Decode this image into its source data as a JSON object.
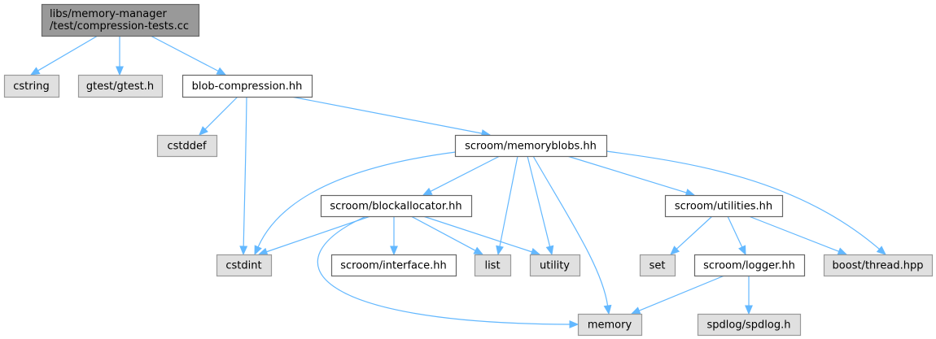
{
  "diagram": {
    "title": "Include dependency graph for compression-tests.cc",
    "colors": {
      "root_fill": "#999999",
      "root_stroke": "#666666",
      "external_fill": "#e0e0e0",
      "external_stroke": "#999999",
      "project_fill": "#ffffff",
      "project_stroke": "#666666",
      "edge": "#63b8ff"
    },
    "nodes": [
      {
        "id": "root",
        "lines": [
          "libs/memory-manager",
          "/test/compression-tests.cc"
        ],
        "kind": "root"
      },
      {
        "id": "cstring",
        "lines": [
          "cstring"
        ],
        "kind": "external"
      },
      {
        "id": "gtest",
        "lines": [
          "gtest/gtest.h"
        ],
        "kind": "external"
      },
      {
        "id": "blobcomp",
        "lines": [
          "blob-compression.hh"
        ],
        "kind": "project"
      },
      {
        "id": "cstddef",
        "lines": [
          "cstddef"
        ],
        "kind": "external"
      },
      {
        "id": "memoryblobs",
        "lines": [
          "scroom/memoryblobs.hh"
        ],
        "kind": "project"
      },
      {
        "id": "blockalloc",
        "lines": [
          "scroom/blockallocator.hh"
        ],
        "kind": "project"
      },
      {
        "id": "utilities",
        "lines": [
          "scroom/utilities.hh"
        ],
        "kind": "project"
      },
      {
        "id": "cstdint",
        "lines": [
          "cstdint"
        ],
        "kind": "external"
      },
      {
        "id": "interface",
        "lines": [
          "scroom/interface.hh"
        ],
        "kind": "project"
      },
      {
        "id": "list",
        "lines": [
          "list"
        ],
        "kind": "external"
      },
      {
        "id": "utility",
        "lines": [
          "utility"
        ],
        "kind": "external"
      },
      {
        "id": "set",
        "lines": [
          "set"
        ],
        "kind": "external"
      },
      {
        "id": "logger",
        "lines": [
          "scroom/logger.hh"
        ],
        "kind": "project"
      },
      {
        "id": "boostthread",
        "lines": [
          "boost/thread.hpp"
        ],
        "kind": "external"
      },
      {
        "id": "memory",
        "lines": [
          "memory"
        ],
        "kind": "external"
      },
      {
        "id": "spdlog",
        "lines": [
          "spdlog/spdlog.h"
        ],
        "kind": "external"
      }
    ],
    "edges": [
      {
        "from": "root",
        "to": "cstring"
      },
      {
        "from": "root",
        "to": "gtest"
      },
      {
        "from": "root",
        "to": "blobcomp"
      },
      {
        "from": "blobcomp",
        "to": "cstddef"
      },
      {
        "from": "blobcomp",
        "to": "cstdint"
      },
      {
        "from": "blobcomp",
        "to": "memoryblobs"
      },
      {
        "from": "memoryblobs",
        "to": "cstdint"
      },
      {
        "from": "memoryblobs",
        "to": "blockalloc"
      },
      {
        "from": "memoryblobs",
        "to": "list"
      },
      {
        "from": "memoryblobs",
        "to": "utility"
      },
      {
        "from": "memoryblobs",
        "to": "memory"
      },
      {
        "from": "memoryblobs",
        "to": "utilities"
      },
      {
        "from": "memoryblobs",
        "to": "boostthread"
      },
      {
        "from": "blockalloc",
        "to": "cstdint"
      },
      {
        "from": "blockalloc",
        "to": "interface"
      },
      {
        "from": "blockalloc",
        "to": "list"
      },
      {
        "from": "blockalloc",
        "to": "utility"
      },
      {
        "from": "blockalloc",
        "to": "memory"
      },
      {
        "from": "utilities",
        "to": "set"
      },
      {
        "from": "utilities",
        "to": "logger"
      },
      {
        "from": "utilities",
        "to": "boostthread"
      },
      {
        "from": "logger",
        "to": "memory"
      },
      {
        "from": "logger",
        "to": "spdlog"
      }
    ]
  }
}
